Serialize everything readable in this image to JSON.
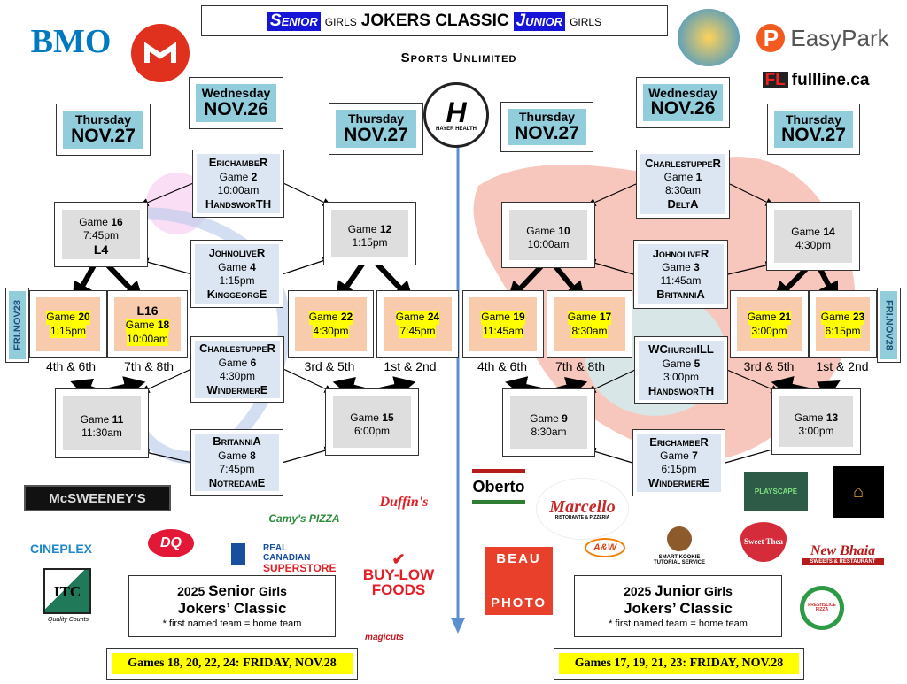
{
  "header": {
    "senior": "Senior",
    "girls1": "girls",
    "classic": "JOKERS CLASSIC",
    "junior": "Junior",
    "girls2": "girls"
  },
  "sponsors_top": {
    "bmo": "BMO",
    "sports_unlimited": "Sports Unlimited",
    "hayer": "HAYER HEALTH",
    "easypark": "EasyPark",
    "fullline": "fullline.ca"
  },
  "senior": {
    "wed": {
      "day": "Wednesday",
      "date": "NOV.26"
    },
    "thu_left": {
      "day": "Thursday",
      "date": "NOV.27"
    },
    "thu_right": {
      "day": "Thursday",
      "date": "NOV.27"
    },
    "fri_label": "FRI.NOV28",
    "round1": [
      {
        "home": "ErichambeR",
        "game": "2",
        "time": "10:00am",
        "away": "HandsworTH"
      },
      {
        "home": "JohnoliveR",
        "game": "4",
        "time": "1:15pm",
        "away": "KinggeorgE"
      },
      {
        "home": "CharlestuppeR",
        "game": "6",
        "time": "4:30pm",
        "away": "WindermerE"
      },
      {
        "home": "BritanniA",
        "game": "8",
        "time": "7:45pm",
        "away": "NotredamE"
      }
    ],
    "round2": [
      {
        "game": "16",
        "time": "7:45pm",
        "label": "L4"
      },
      {
        "game": "12",
        "time": "1:15pm",
        "label": ""
      },
      {
        "game": "11",
        "time": "11:30am",
        "label": ""
      },
      {
        "game": "15",
        "time": "6:00pm",
        "label": ""
      }
    ],
    "friday": [
      {
        "game": "20",
        "time": "1:15pm",
        "label": "",
        "place": "4th & 6th"
      },
      {
        "game": "18",
        "time": "10:00am",
        "label": "L16",
        "place": "7th & 8th"
      },
      {
        "game": "22",
        "time": "4:30pm",
        "label": "",
        "place": "3rd & 5th"
      },
      {
        "game": "24",
        "time": "7:45pm",
        "label": "",
        "place": "1st & 2nd"
      }
    ],
    "info": {
      "year": "2025",
      "division": "Senior",
      "girls": "Girls",
      "title": "Jokers’ Classic",
      "note": "* first named team = home team"
    },
    "banner": "Games 18, 20, 22, 24: FRIDAY, NOV.28"
  },
  "junior": {
    "wed": {
      "day": "Wednesday",
      "date": "NOV.26"
    },
    "thu_left": {
      "day": "Thursday",
      "date": "NOV.27"
    },
    "thu_right": {
      "day": "Thursday",
      "date": "NOV.27"
    },
    "fri_label": "FRI.NOV28",
    "round1": [
      {
        "home": "CharlestuppeR",
        "game": "1",
        "time": "8:30am",
        "away": "DeltA"
      },
      {
        "home": "JohnoliveR",
        "game": "3",
        "time": "11:45am",
        "away": "BritanniA"
      },
      {
        "home": "WChurchILL",
        "game": "5",
        "time": "3:00pm",
        "away": "HandsworTH"
      },
      {
        "home": "ErichambeR",
        "game": "7",
        "time": "6:15pm",
        "away": "WindermerE"
      }
    ],
    "round2": [
      {
        "game": "10",
        "time": "10:00am",
        "label": ""
      },
      {
        "game": "14",
        "time": "4:30pm",
        "label": ""
      },
      {
        "game": "9",
        "time": "8:30am",
        "label": ""
      },
      {
        "game": "13",
        "time": "3:00pm",
        "label": ""
      }
    ],
    "friday": [
      {
        "game": "19",
        "time": "11:45am",
        "label": "",
        "place": "4th & 6th"
      },
      {
        "game": "17",
        "time": "8:30am",
        "label": "",
        "place": "7th & 8th"
      },
      {
        "game": "21",
        "time": "3:00pm",
        "label": "",
        "place": "3rd & 5th"
      },
      {
        "game": "23",
        "time": "6:15pm",
        "label": "",
        "place": "1st & 2nd"
      }
    ],
    "info": {
      "year": "2025",
      "division": "Junior",
      "girls": "Girls",
      "title": "Jokers’ Classic",
      "note": "* first named team = home team"
    },
    "banner": "Games 17, 19, 21, 23: FRIDAY, NOV.28"
  },
  "game_word": "Game",
  "sponsors": {
    "mcsweeneys": "McSWEENEY'S",
    "cineplex": "CINEPLEX",
    "dq": "DQ",
    "camys": "Camy's PIZZA",
    "duffins": "Duffin's",
    "superstore_1": "REAL CANADIAN",
    "superstore_2": "SUPERSTORE",
    "itc": "ITC",
    "itc_tag": "Quality Counts",
    "buylow_1": "BUY-LOW",
    "buylow_2": "FOODS",
    "magicuts": "magicuts",
    "oberto": "Oberto",
    "marcello": "Marcello",
    "marcello_sub": "RISTORANTE & PIZZERIA",
    "aw": "A&W",
    "beau": "BEAU",
    "photo": "PHOTO",
    "kookie_1": "SMART KOOKIE",
    "kookie_2": "TUTORIAL SERVICE",
    "playscape": "PLAYSCAPE",
    "sweet_thea": "Sweet Thea",
    "new_bhaia": "New Bhaia",
    "new_bhaia_sub": "SWEETS & RESTAURANT",
    "freshslice": "FRESHSLICE PIZZA"
  },
  "colors": {
    "date_fill": "#92cddc",
    "round1_fill": "#dce6f2",
    "round2_fill": "#dedede",
    "friday_fill": "#f8cbad",
    "highlight": "#ffff00",
    "title_blue": "#1515d8"
  }
}
